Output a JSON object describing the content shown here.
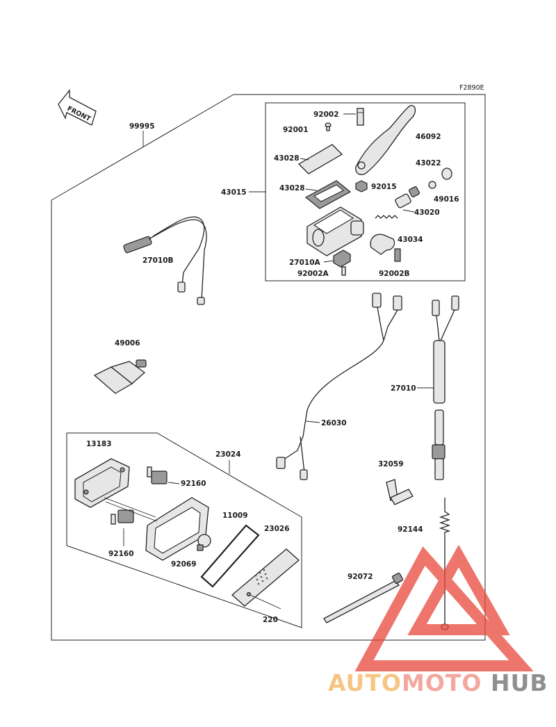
{
  "figure_code": "F2890E",
  "front_label": "FRONT",
  "part_numbers": {
    "p99995": "99995",
    "p92002": "92002",
    "p92001": "92001",
    "p46092": "46092",
    "p43028a": "43028",
    "p43028b": "43028",
    "p43015": "43015",
    "p43022": "43022",
    "p49016": "49016",
    "p92015": "92015",
    "p43020": "43020",
    "p43034": "43034",
    "p27010A": "27010A",
    "p92002A": "92002A",
    "p92002B": "92002B",
    "p27010B": "27010B",
    "p49006": "49006",
    "p27010": "27010",
    "p26030": "26030",
    "p13183": "13183",
    "p23024": "23024",
    "p92160a": "92160",
    "p92160b": "92160",
    "p11009": "11009",
    "p23026": "23026",
    "p92069": "92069",
    "p220": "220",
    "p32059": "32059",
    "p92144": "92144",
    "p92072": "92072"
  },
  "watermark": {
    "part1": "AUTO",
    "part2": "MOTO",
    "part3": "HUB"
  },
  "colors": {
    "watermark_red": "#e8473a",
    "watermark_orange": "#f3b25c",
    "watermark_gray": "#6a6a6a"
  }
}
